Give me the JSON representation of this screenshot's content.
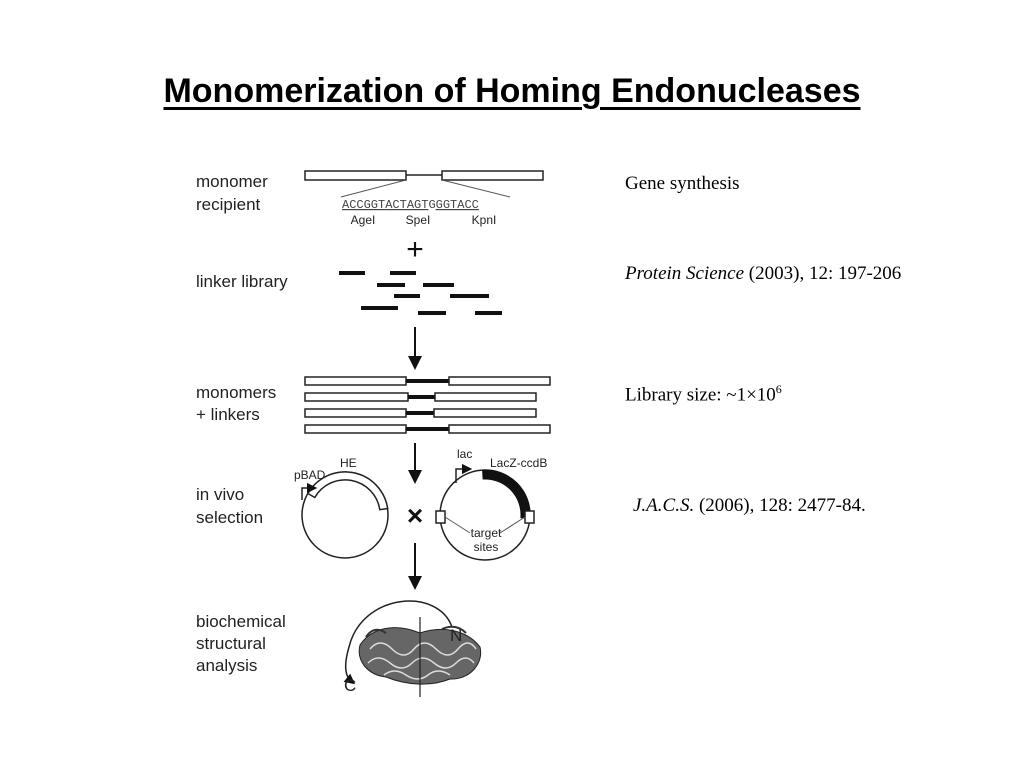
{
  "title": "Monomerization of Homing Endonucleases",
  "diagram": {
    "steps": {
      "monomer_recipient": [
        "monomer",
        "recipient"
      ],
      "linker_library": "linker library",
      "monomers_linkers": [
        "monomers",
        "+ linkers"
      ],
      "in_vivo_selection": [
        "in vivo",
        "selection"
      ],
      "analysis": [
        "biochemical",
        "structural",
        "analysis"
      ]
    },
    "sequence": {
      "agei": "ACCGGT",
      "spei": "ACTAGT",
      "tail": "G",
      "kpni": "GGTACC"
    },
    "enzymes": {
      "agei": "AgeI",
      "spei": "SpeI",
      "kpni": "KpnI"
    },
    "plus_symbol": "+",
    "cross_symbol": "×",
    "plasmid1": {
      "promoter": "pBAD",
      "gene": "HE"
    },
    "plasmid2": {
      "promoter": "lac",
      "gene": "LacZ-ccdB",
      "target_line1": "target",
      "target_line2": "sites"
    },
    "terminus_n": "N",
    "terminus_c": "C"
  },
  "notes": {
    "gene_synthesis": "Gene synthesis",
    "ref1_journal": "Protein Science",
    "ref1_detail": " (2003), 12: 197-206",
    "library_prefix": "Library size: ~1×10",
    "library_exponent": "6",
    "ref2_journal": "J.A.C.S.",
    "ref2_detail": " (2006), 128: 2477-84."
  }
}
